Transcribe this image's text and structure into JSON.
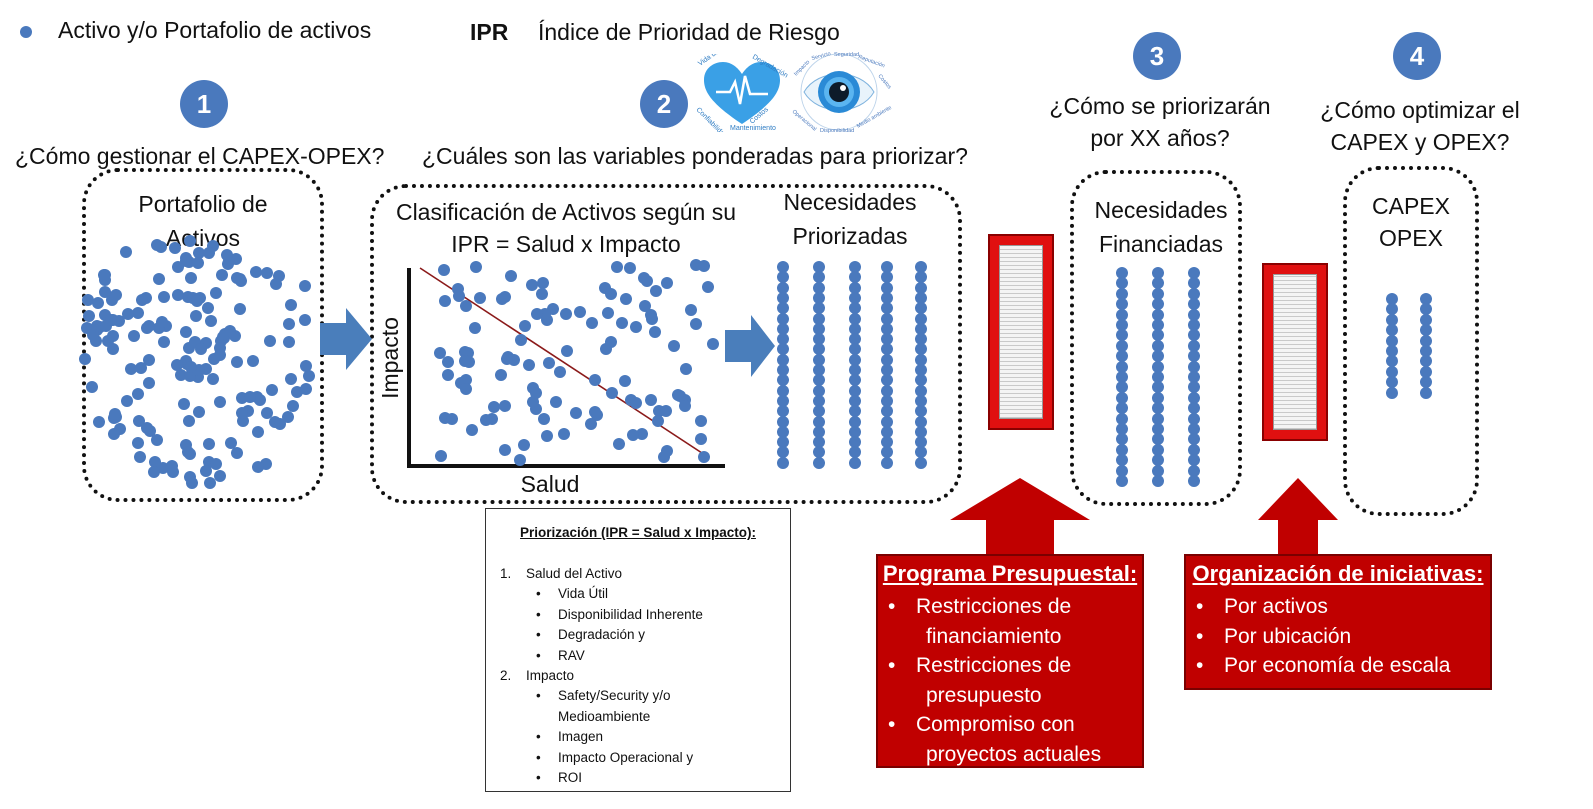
{
  "legend": {
    "dot_label": "Activo y/o Portafolio de activos",
    "abbr": "IPR",
    "abbr_meaning": "Índice de Prioridad de Riesgo"
  },
  "steps": [
    {
      "number": "1",
      "question": "¿Cómo gestionar el CAPEX-OPEX?"
    },
    {
      "number": "2",
      "question": "¿Cuáles son las variables ponderadas para priorizar?"
    },
    {
      "number": "3",
      "question_line1": "¿Cómo se priorizarán",
      "question_line2": "por XX años?"
    },
    {
      "number": "4",
      "question_line1": "¿Cómo optimizar el",
      "question_line2": "CAPEX y OPEX?"
    }
  ],
  "boxes": {
    "portfolio": {
      "line1": "Portafolio de",
      "line2": "Activos"
    },
    "classification": {
      "line1": "Clasificación de Activos según su",
      "line2": "IPR = Salud x Impacto",
      "y_axis": "Impacto",
      "x_axis": "Salud"
    },
    "prioritized": {
      "line1": "Necesidades",
      "line2": "Priorizadas"
    },
    "financed": {
      "line1": "Necesidades",
      "line2": "Financiadas"
    },
    "capex": {
      "line1": "CAPEX",
      "line2": "OPEX"
    }
  },
  "heart_logo": {
    "words": [
      "Vida útil",
      "Degradación",
      "Confiabilidad",
      "Costos",
      "Mantenimiento"
    ]
  },
  "eye_logo": {
    "words": [
      "Impacto",
      "Servicio",
      "Seguridad",
      "Reputación",
      "Costos",
      "Operacional",
      "Disponibilidad",
      "Medio ambiente"
    ]
  },
  "prioritization": {
    "header": "Priorización (IPR = Salud x Impacto):",
    "items": [
      {
        "num": "1.",
        "label": "Salud del Activo",
        "subs": [
          "Vida Útil",
          "Disponibilidad Inherente",
          "Degradación y",
          "RAV"
        ]
      },
      {
        "num": "2.",
        "label": "Impacto",
        "subs": [
          "Safety/Security y/o",
          "Medioambiente",
          "Imagen",
          "Impacto Operacional y",
          "ROI"
        ]
      }
    ]
  },
  "budget_program": {
    "header": "Programa Presupuestal:",
    "items": [
      "Restricciones de",
      "financiamiento",
      "Restricciones de",
      "presupuesto",
      "Compromiso con",
      "proyectos actuales"
    ]
  },
  "initiatives": {
    "header": "Organización de iniciativas:",
    "items": [
      "Por activos",
      "Por ubicación",
      "Por economía de escala"
    ]
  },
  "colors": {
    "dot": "#4a79bd",
    "arrow": "#4a7ebb",
    "red": "#c00000",
    "trend": "#8b1a1a"
  }
}
